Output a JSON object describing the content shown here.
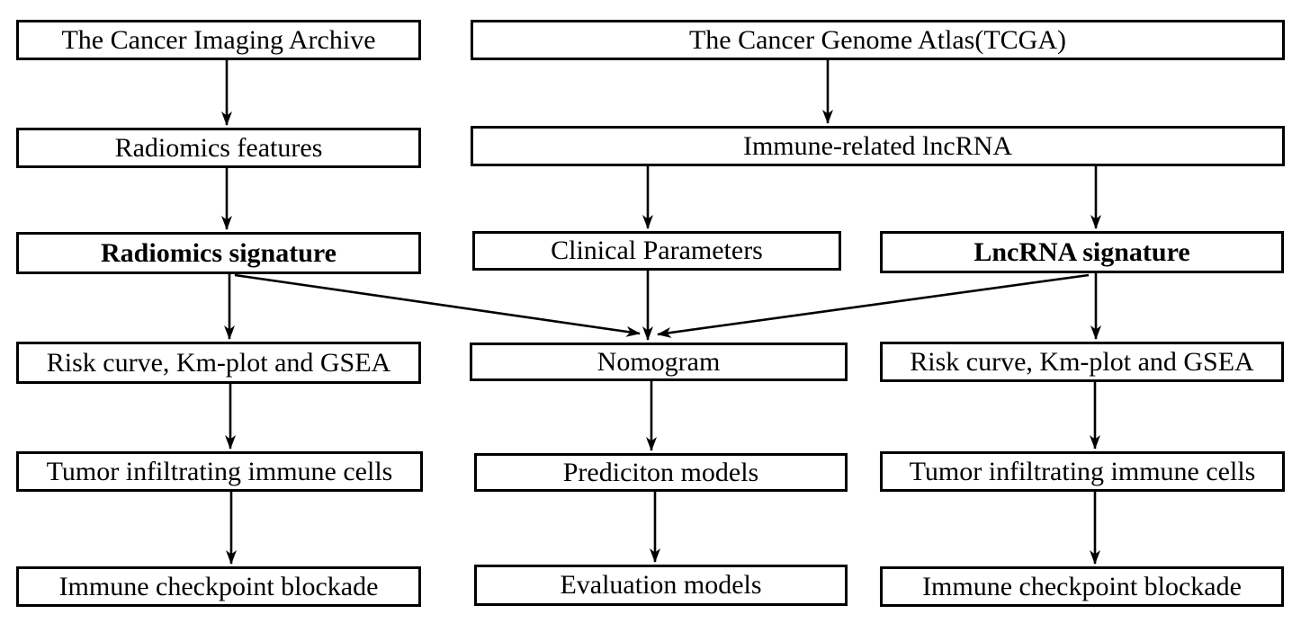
{
  "figure": {
    "type": "flowchart",
    "background_color": "#ffffff",
    "line_color": "#000000",
    "text_color": "#000000",
    "nodes": {
      "tcia": {
        "label": "The Cancer Imaging Archive",
        "emphasis": "normal"
      },
      "tcga": {
        "label": "The Cancer Genome Atlas(TCGA)",
        "emphasis": "normal"
      },
      "radiomics_features": {
        "label": "Radiomics features",
        "emphasis": "normal"
      },
      "immune_lncrna": {
        "label": "Immune-related lncRNA",
        "emphasis": "normal"
      },
      "radiomics_signature": {
        "label": "Radiomics signature",
        "emphasis": "bold"
      },
      "clinical_parameters": {
        "label": "Clinical Parameters",
        "emphasis": "normal"
      },
      "lncrna_signature": {
        "label": "LncRNA signature",
        "emphasis": "bold"
      },
      "risk_km_gsea_left": {
        "label": "Risk curve, Km-plot and GSEA",
        "emphasis": "normal"
      },
      "nomogram": {
        "label": "Nomogram",
        "emphasis": "normal"
      },
      "risk_km_gsea_right": {
        "label": "Risk curve, Km-plot and GSEA",
        "emphasis": "normal"
      },
      "tumor_infiltrating_left": {
        "label": "Tumor infiltrating immune cells",
        "emphasis": "normal"
      },
      "prediction_models": {
        "label": "Prediciton models",
        "emphasis": "normal"
      },
      "tumor_infiltrating_right": {
        "label": "Tumor infiltrating immune cells",
        "emphasis": "normal"
      },
      "immune_checkpoint_left": {
        "label": "Immune checkpoint blockade",
        "emphasis": "normal"
      },
      "evaluation_models": {
        "label": "Evaluation models",
        "emphasis": "normal"
      },
      "immune_checkpoint_right": {
        "label": "Immune checkpoint blockade",
        "emphasis": "normal"
      }
    },
    "edges": [
      {
        "from": "tcia",
        "to": "radiomics_features"
      },
      {
        "from": "radiomics_features",
        "to": "radiomics_signature"
      },
      {
        "from": "radiomics_signature",
        "to": "risk_km_gsea_left"
      },
      {
        "from": "radiomics_signature",
        "to": "nomogram"
      },
      {
        "from": "risk_km_gsea_left",
        "to": "tumor_infiltrating_left"
      },
      {
        "from": "tumor_infiltrating_left",
        "to": "immune_checkpoint_left"
      },
      {
        "from": "tcga",
        "to": "immune_lncrna"
      },
      {
        "from": "immune_lncrna",
        "to": "clinical_parameters"
      },
      {
        "from": "immune_lncrna",
        "to": "lncrna_signature"
      },
      {
        "from": "clinical_parameters",
        "to": "nomogram"
      },
      {
        "from": "lncrna_signature",
        "to": "nomogram"
      },
      {
        "from": "lncrna_signature",
        "to": "risk_km_gsea_right"
      },
      {
        "from": "nomogram",
        "to": "prediction_models"
      },
      {
        "from": "prediction_models",
        "to": "evaluation_models"
      },
      {
        "from": "risk_km_gsea_right",
        "to": "tumor_infiltrating_right"
      },
      {
        "from": "tumor_infiltrating_right",
        "to": "immune_checkpoint_right"
      }
    ]
  }
}
